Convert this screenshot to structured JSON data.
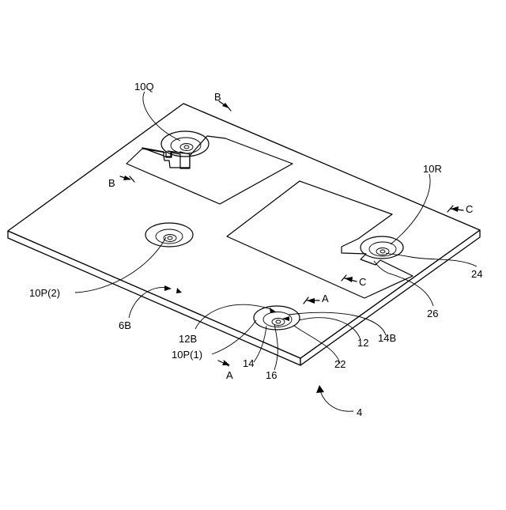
{
  "labels": {
    "l_10Q": "10Q",
    "l_B_top": "B",
    "l_B_left": "B",
    "l_10R": "10R",
    "l_C_right": "C",
    "l_C_mid": "C",
    "l_10P2": "10P(2)",
    "l_6B": "6B",
    "l_24": "24",
    "l_26": "26",
    "l_A_top": "A",
    "l_A_bot": "A",
    "l_12B": "12B",
    "l_10P1": "10P(1)",
    "l_14": "14",
    "l_16": "16",
    "l_22": "22",
    "l_12": "12",
    "l_14B": "14B",
    "l_4": "4"
  },
  "colors": {
    "stroke": "#000000",
    "background": "#ffffff"
  }
}
